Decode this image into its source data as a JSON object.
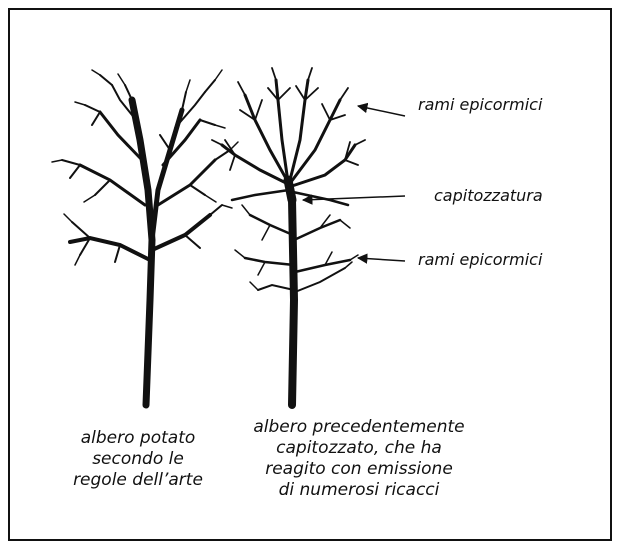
{
  "labels": {
    "epicormic_top": "rami epicormici",
    "topping": "capitozzatura",
    "epicormic_bottom": "rami epicormici"
  },
  "captions": {
    "left_tree": "albero potato\nsecondo le\nregole dell’arte",
    "right_tree": "albero precedentemente\ncapitozzato, che ha\nreagito con emissione\ndi numerosi ricacci"
  },
  "colors": {
    "ink": "#111111",
    "background": "#ffffff"
  }
}
